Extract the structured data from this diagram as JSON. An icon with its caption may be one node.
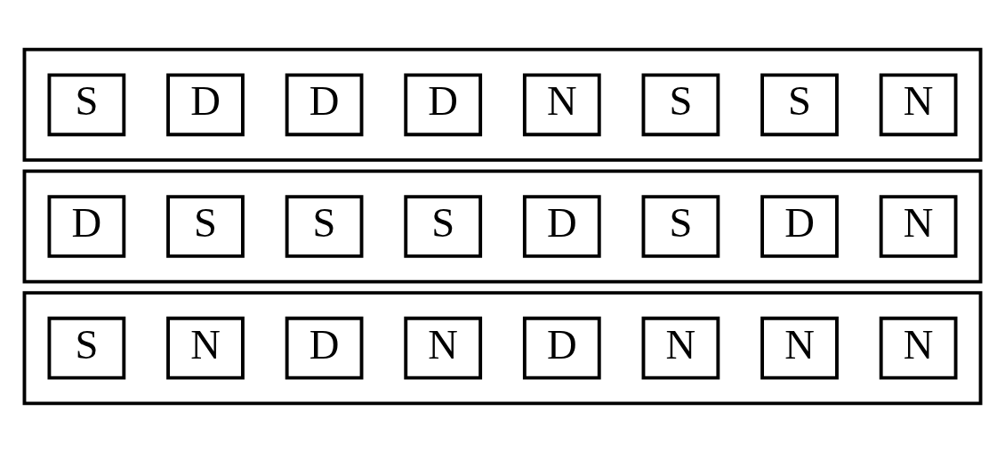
{
  "diagram": {
    "nodes": [
      {
        "text": [],
        "shape": "box"
      },
      {
        "text": [
          "S"
        ],
        "in": 0
      },
      {
        "text": [
          "D"
        ],
        "in": 0
      },
      {
        "text": [
          "D"
        ],
        "in": 0
      },
      {
        "text": [
          "D"
        ],
        "in": 0
      },
      {
        "text": [
          "N"
        ],
        "in": 0
      },
      {
        "text": [
          "S"
        ],
        "in": 0
      },
      {
        "text": [
          "S"
        ],
        "in": 0
      },
      {
        "text": [
          "N"
        ],
        "in": 0
      },
      {
        "text": [],
        "shape": "box"
      },
      {
        "text": [
          "D"
        ],
        "in": 9
      },
      {
        "text": [
          "S"
        ],
        "in": 9
      },
      {
        "text": [
          "S"
        ],
        "in": 9
      },
      {
        "text": [
          "S"
        ],
        "in": 9
      },
      {
        "text": [
          "D"
        ],
        "in": 9
      },
      {
        "text": [
          "S"
        ],
        "in": 9
      },
      {
        "text": [
          "D"
        ],
        "in": 9
      },
      {
        "text": [
          "N"
        ],
        "in": 9
      },
      {
        "text": [],
        "shape": "box"
      },
      {
        "text": [
          "S"
        ],
        "in": 18
      },
      {
        "text": [
          "N"
        ],
        "in": 18
      },
      {
        "text": [
          "D"
        ],
        "in": 18
      },
      {
        "text": [
          "N"
        ],
        "in": 18
      },
      {
        "text": [
          "D"
        ],
        "in": 18
      },
      {
        "text": [
          "N"
        ],
        "in": 18
      },
      {
        "text": [
          "N"
        ],
        "in": 18
      },
      {
        "text": [
          "N"
        ],
        "in": 18
      }
    ],
    "edges": []
  }
}
